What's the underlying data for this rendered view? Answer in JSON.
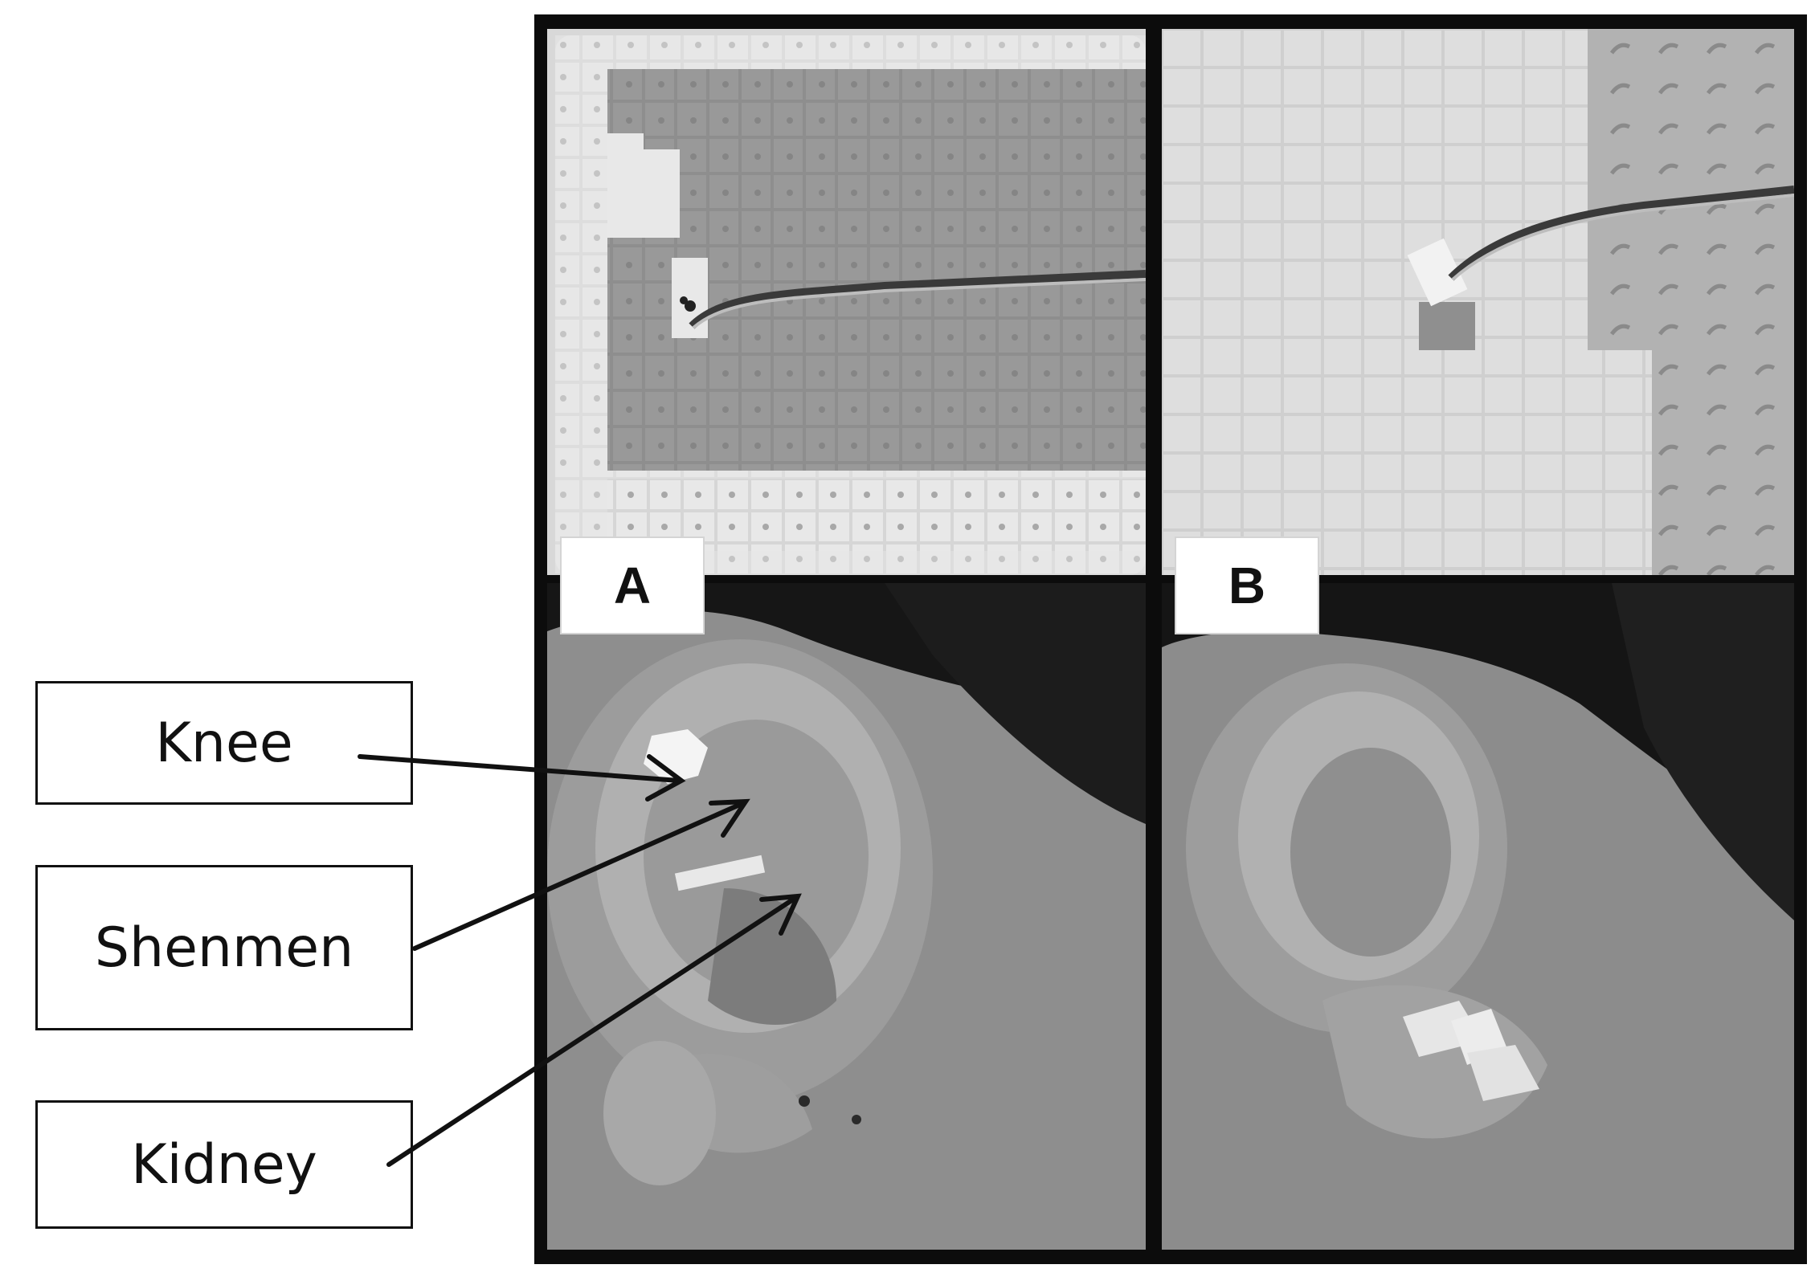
{
  "panel_labels": {
    "a": "A",
    "b": "B"
  },
  "point_labels": {
    "knee": "Knee",
    "shenmen": "Shenmen",
    "kidney": "Kidney"
  },
  "image_description": {
    "top_left": "sheet of auricular seed patches with tweezers",
    "top_right": "sheet of placebo adhesive patches with tweezers",
    "bottom_left": "ear with patches on knee, shenmen and kidney points",
    "bottom_right": "ear lobe with placebo patches"
  },
  "colors": {
    "frame": "#0c0c0c",
    "label_border": "#111111"
  }
}
